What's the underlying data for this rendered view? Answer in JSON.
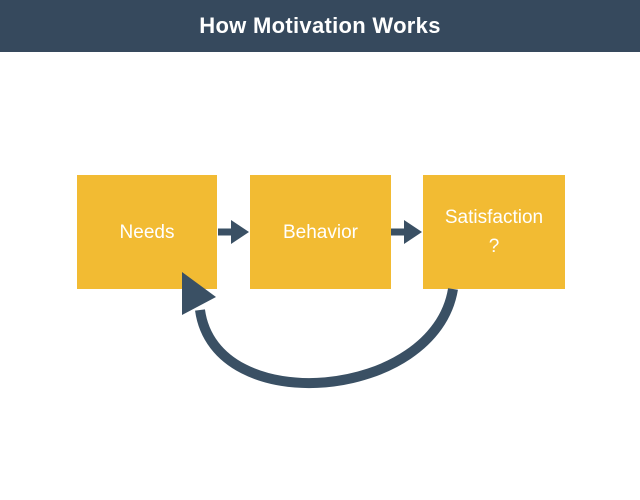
{
  "header": {
    "title": "How Motivation Works"
  },
  "diagram": {
    "boxes": [
      {
        "id": "needs",
        "lines": [
          "Needs"
        ]
      },
      {
        "id": "behavior",
        "lines": [
          "Behavior"
        ]
      },
      {
        "id": "satisfaction",
        "lines": [
          "Satisfaction",
          "?"
        ]
      }
    ],
    "connectors": [
      {
        "id": "needs-to-behavior",
        "icon": "arrow-right-icon"
      },
      {
        "id": "behavior-to-satisfaction",
        "icon": "arrow-right-icon"
      },
      {
        "id": "satisfaction-to-needs",
        "icon": "feedback-loop-arrow-icon"
      }
    ]
  },
  "colors": {
    "header_bg": "#36495D",
    "box_bg": "#F2BB33",
    "arrow": "#3A5064",
    "text": "#FFFFFF"
  }
}
